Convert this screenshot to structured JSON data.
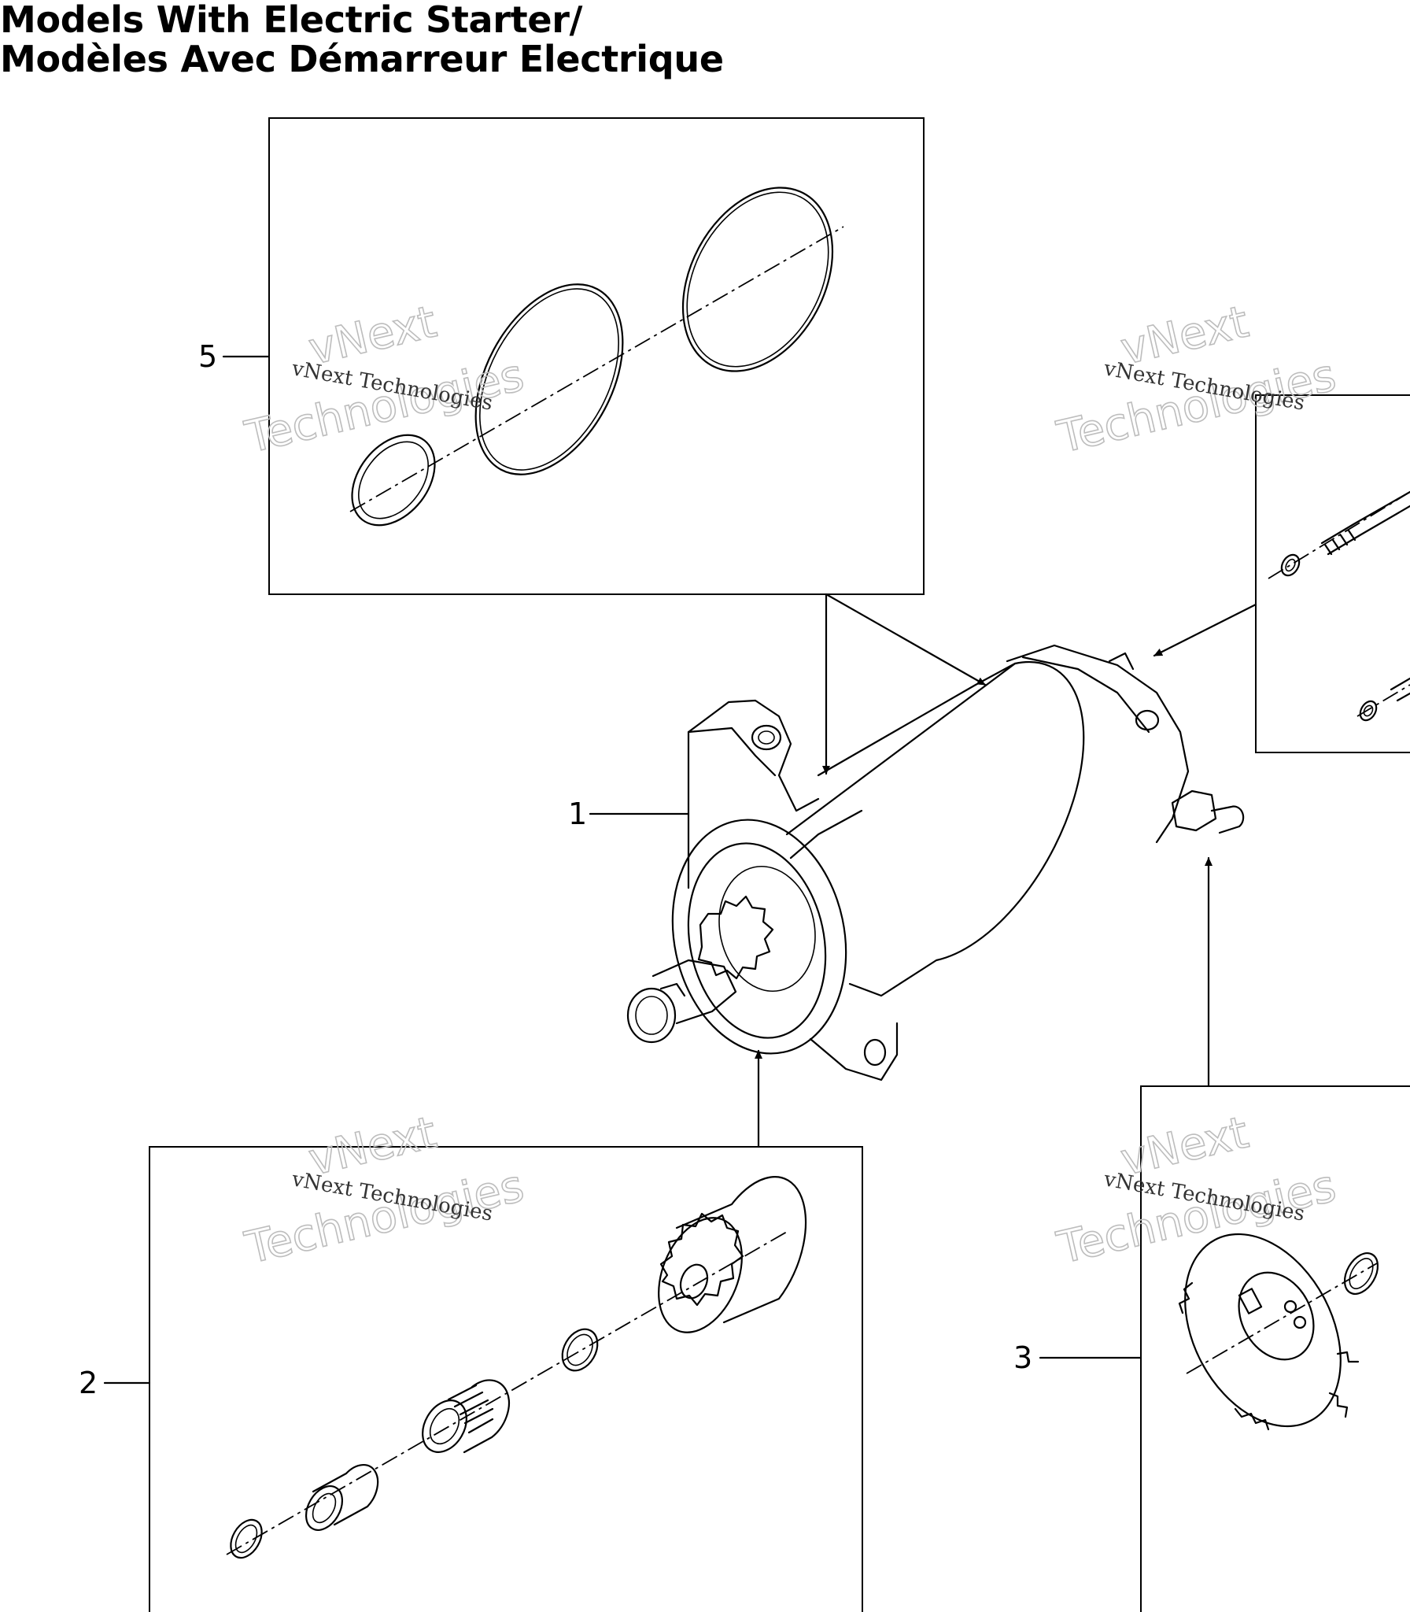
{
  "title": {
    "line1": "Models With Electric Starter/",
    "line2": "Modèles Avec Démarreur Electrique"
  },
  "callouts": {
    "c1": "1",
    "c2": "2",
    "c3": "3",
    "c5": "5"
  },
  "watermark": {
    "text": "vNext Technologies",
    "word1": "vNext",
    "word2": "Technologies"
  }
}
